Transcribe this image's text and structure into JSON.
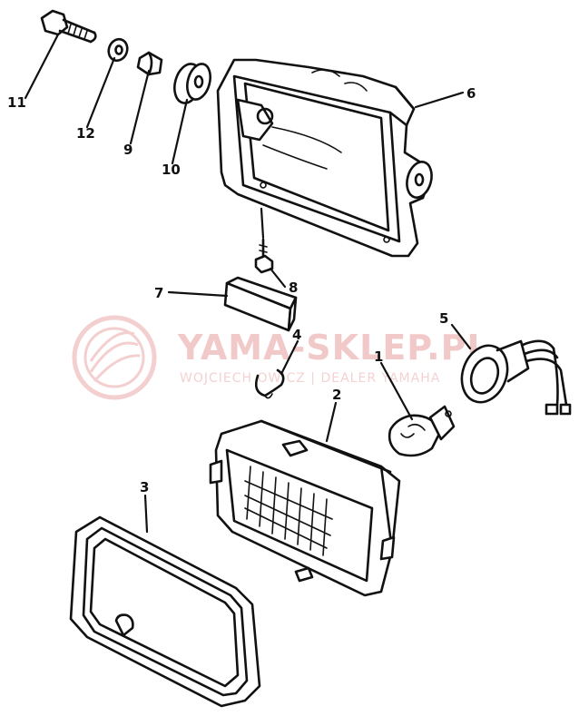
{
  "watermark": {
    "title": "YAMA-SKLEP.PL",
    "subtitle": "WOJCIECH OWICZ | DEALER YAMAHA",
    "color": "#e8a0a0"
  },
  "callouts": [
    {
      "id": "c11",
      "label": "11"
    },
    {
      "id": "c12",
      "label": "12"
    },
    {
      "id": "c9",
      "label": "9"
    },
    {
      "id": "c10",
      "label": "10"
    },
    {
      "id": "c6",
      "label": "6"
    },
    {
      "id": "c8",
      "label": "8"
    },
    {
      "id": "c7",
      "label": "7"
    },
    {
      "id": "c4",
      "label": "4"
    },
    {
      "id": "c5",
      "label": "5"
    },
    {
      "id": "c1",
      "label": "1"
    },
    {
      "id": "c2",
      "label": "2"
    },
    {
      "id": "c3",
      "label": "3"
    }
  ]
}
